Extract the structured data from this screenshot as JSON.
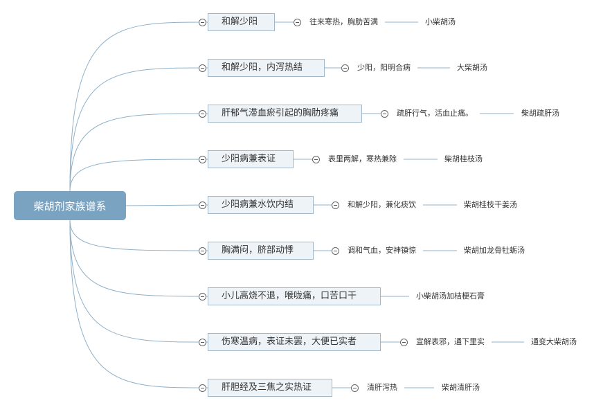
{
  "root": {
    "label": "柴胡剂家族谱系"
  },
  "branches": [
    {
      "condition": "和解少阳",
      "method": "往来寒热，胸肋苦满",
      "formula": "小柴胡汤"
    },
    {
      "condition": "和解少阳，内泻热结",
      "method": "少阳，阳明合病",
      "formula": "大柴胡汤"
    },
    {
      "condition": "肝郁气滞血瘀引起的胸肋疼痛",
      "method": "疏肝行气，活血止痛。",
      "formula": "柴胡疏肝汤"
    },
    {
      "condition": "少阳病兼表证",
      "method": "表里两解，寒热兼除",
      "formula": "柴胡桂枝汤"
    },
    {
      "condition": "少阳病兼水饮内结",
      "method": "和解少阳，兼化痰饮",
      "formula": "柴胡桂枝干姜汤"
    },
    {
      "condition": "胸满闷，脐部动悸",
      "method": "调和气血，安神镇惊",
      "formula": "柴胡加龙骨牡蛎汤"
    },
    {
      "condition": "小儿高烧不退，喉咙痛，口苦口干",
      "formula": "小柴胡汤加桔梗石膏"
    },
    {
      "condition": "伤寒温病，表证未罢，大便已实者",
      "method": "宣解表邪，通下里实",
      "formula": "通变大柴胡汤"
    },
    {
      "condition": "肝胆经及三焦之实热证",
      "method": "清肝泻热",
      "formula": "柴胡清肝汤"
    }
  ],
  "colors": {
    "edge": "#8fb0c8",
    "root_bg": "#7aa3c1",
    "node_bg": "#eef3f7",
    "node_border": "#9fb7c9"
  }
}
